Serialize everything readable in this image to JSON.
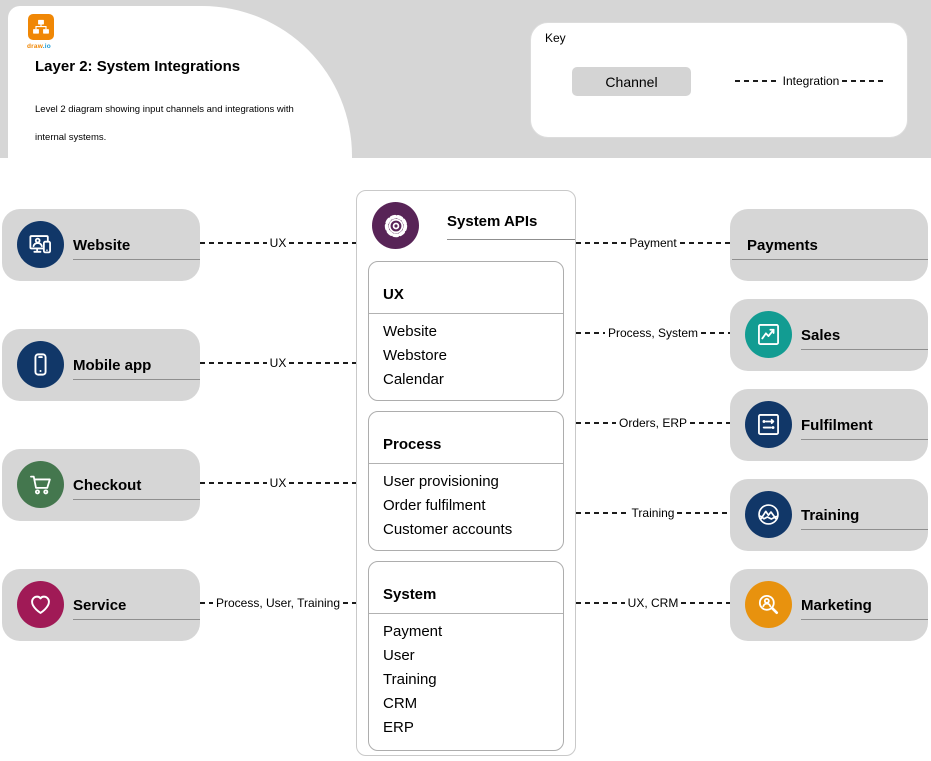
{
  "header": {
    "title": "Layer 2: System Integrations",
    "description": "Level 2 diagram showing input channels and integrations with internal systems.",
    "logo_part1": "draw",
    "logo_part2": ".io"
  },
  "key": {
    "label": "Key",
    "channel_label": "Channel",
    "integration_label": "Integration"
  },
  "colors": {
    "navy": "#113768",
    "green": "#44774E",
    "crimson": "#A01A56",
    "purple": "#582457",
    "teal": "#129C92",
    "orange": "#E8920E",
    "box_gray": "#d6d6d6",
    "logo_orange": "#F08705"
  },
  "channels": [
    {
      "label": "Website",
      "icon": "website-icon",
      "color": "#113768",
      "connector": "UX"
    },
    {
      "label": "Mobile app",
      "icon": "mobile-icon",
      "color": "#113768",
      "connector": "UX"
    },
    {
      "label": "Checkout",
      "icon": "cart-icon",
      "color": "#44774E",
      "connector": "UX"
    },
    {
      "label": "Service",
      "icon": "heart-icon",
      "color": "#A01A56",
      "connector": "Process, User, Training"
    }
  ],
  "system_apis": {
    "title": "System APIs",
    "icon": "gear-icon",
    "color": "#582457",
    "groups": [
      {
        "name": "UX",
        "items": [
          "Website",
          "Webstore",
          "Calendar"
        ]
      },
      {
        "name": "Process",
        "items": [
          "User provisioning",
          "Order fulfilment",
          "Customer accounts"
        ]
      },
      {
        "name": "System",
        "items": [
          "Payment",
          "User",
          "Training",
          "CRM",
          "ERP"
        ]
      }
    ]
  },
  "integrations": [
    {
      "label": "Payments",
      "icon": "",
      "color": "",
      "connector": "Payment"
    },
    {
      "label": "Sales",
      "icon": "chart-icon",
      "color": "#129C92",
      "connector": "Process, System"
    },
    {
      "label": "Fulfilment",
      "icon": "flow-icon",
      "color": "#113768",
      "connector": "Orders, ERP"
    },
    {
      "label": "Training",
      "icon": "mountain-icon",
      "color": "#113768",
      "connector": "Training"
    },
    {
      "label": "Marketing",
      "icon": "search-user-icon",
      "color": "#E8920E",
      "connector": "UX, CRM"
    }
  ]
}
